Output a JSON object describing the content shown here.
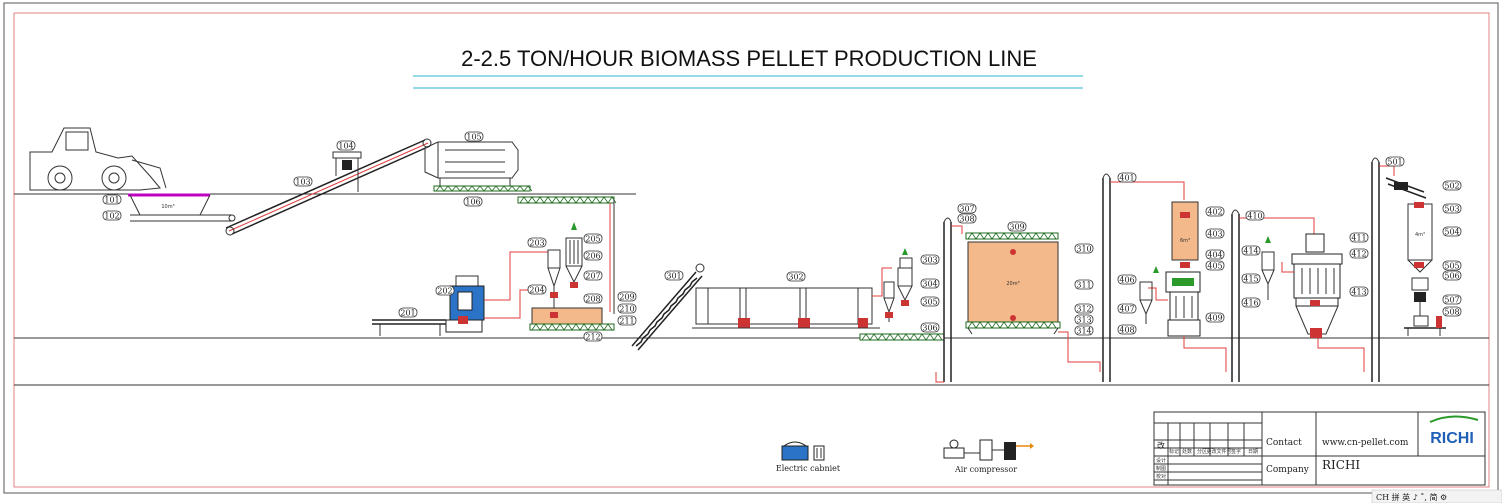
{
  "title": "2-2.5 TON/HOUR BIOMASS PELLET PRODUCTION LINE",
  "capacity_labels": {
    "hopper": "10m³",
    "silo": "20m³",
    "bin_402": "6m³",
    "bin_503": "4m³"
  },
  "tags": {
    "t101": "101",
    "t102": "102",
    "t103": "103",
    "t104": "104",
    "t105": "105",
    "t106": "106",
    "t201": "201",
    "t202": "202",
    "t203": "203",
    "t204": "204",
    "t205": "205",
    "t206": "206",
    "t207": "207",
    "t208": "208",
    "t209": "209",
    "t210": "210",
    "t211": "211",
    "t212": "212",
    "t301": "301",
    "t302": "302",
    "t303": "303",
    "t304": "304",
    "t305": "305",
    "t306": "306",
    "t307": "307",
    "t308": "308",
    "t309": "309",
    "t310": "310",
    "t311": "311",
    "t312": "312",
    "t313": "313",
    "t314": "314",
    "t401": "401",
    "t402": "402",
    "t403": "403",
    "t404": "404",
    "t405": "405",
    "t406": "406",
    "t407": "407",
    "t408": "408",
    "t409": "409",
    "t410": "410",
    "t411": "411",
    "t412": "412",
    "t413": "413",
    "t414": "414",
    "t415": "415",
    "t416": "416",
    "t501": "501",
    "t502": "502",
    "t503": "503",
    "t504": "504",
    "t505": "505",
    "t506": "506",
    "t507": "507",
    "t508": "508"
  },
  "legend": {
    "electric": "Electric cabniet",
    "air": "Air compressor"
  },
  "title_block": {
    "contact_label": "Contact",
    "contact_value": "www.cn-pellet.com",
    "company_label": "Company",
    "company_value": "RICHI",
    "logo": "RICHI",
    "rev_mark": "改",
    "row1": [
      "标记",
      "处数",
      "分区",
      "更改文件号",
      "签字",
      "日期"
    ],
    "row2": "设计",
    "row3": "制图",
    "row4": "校对"
  },
  "ime_bar": "CH 拼 英 ♪ ˚, 简 ⚙"
}
